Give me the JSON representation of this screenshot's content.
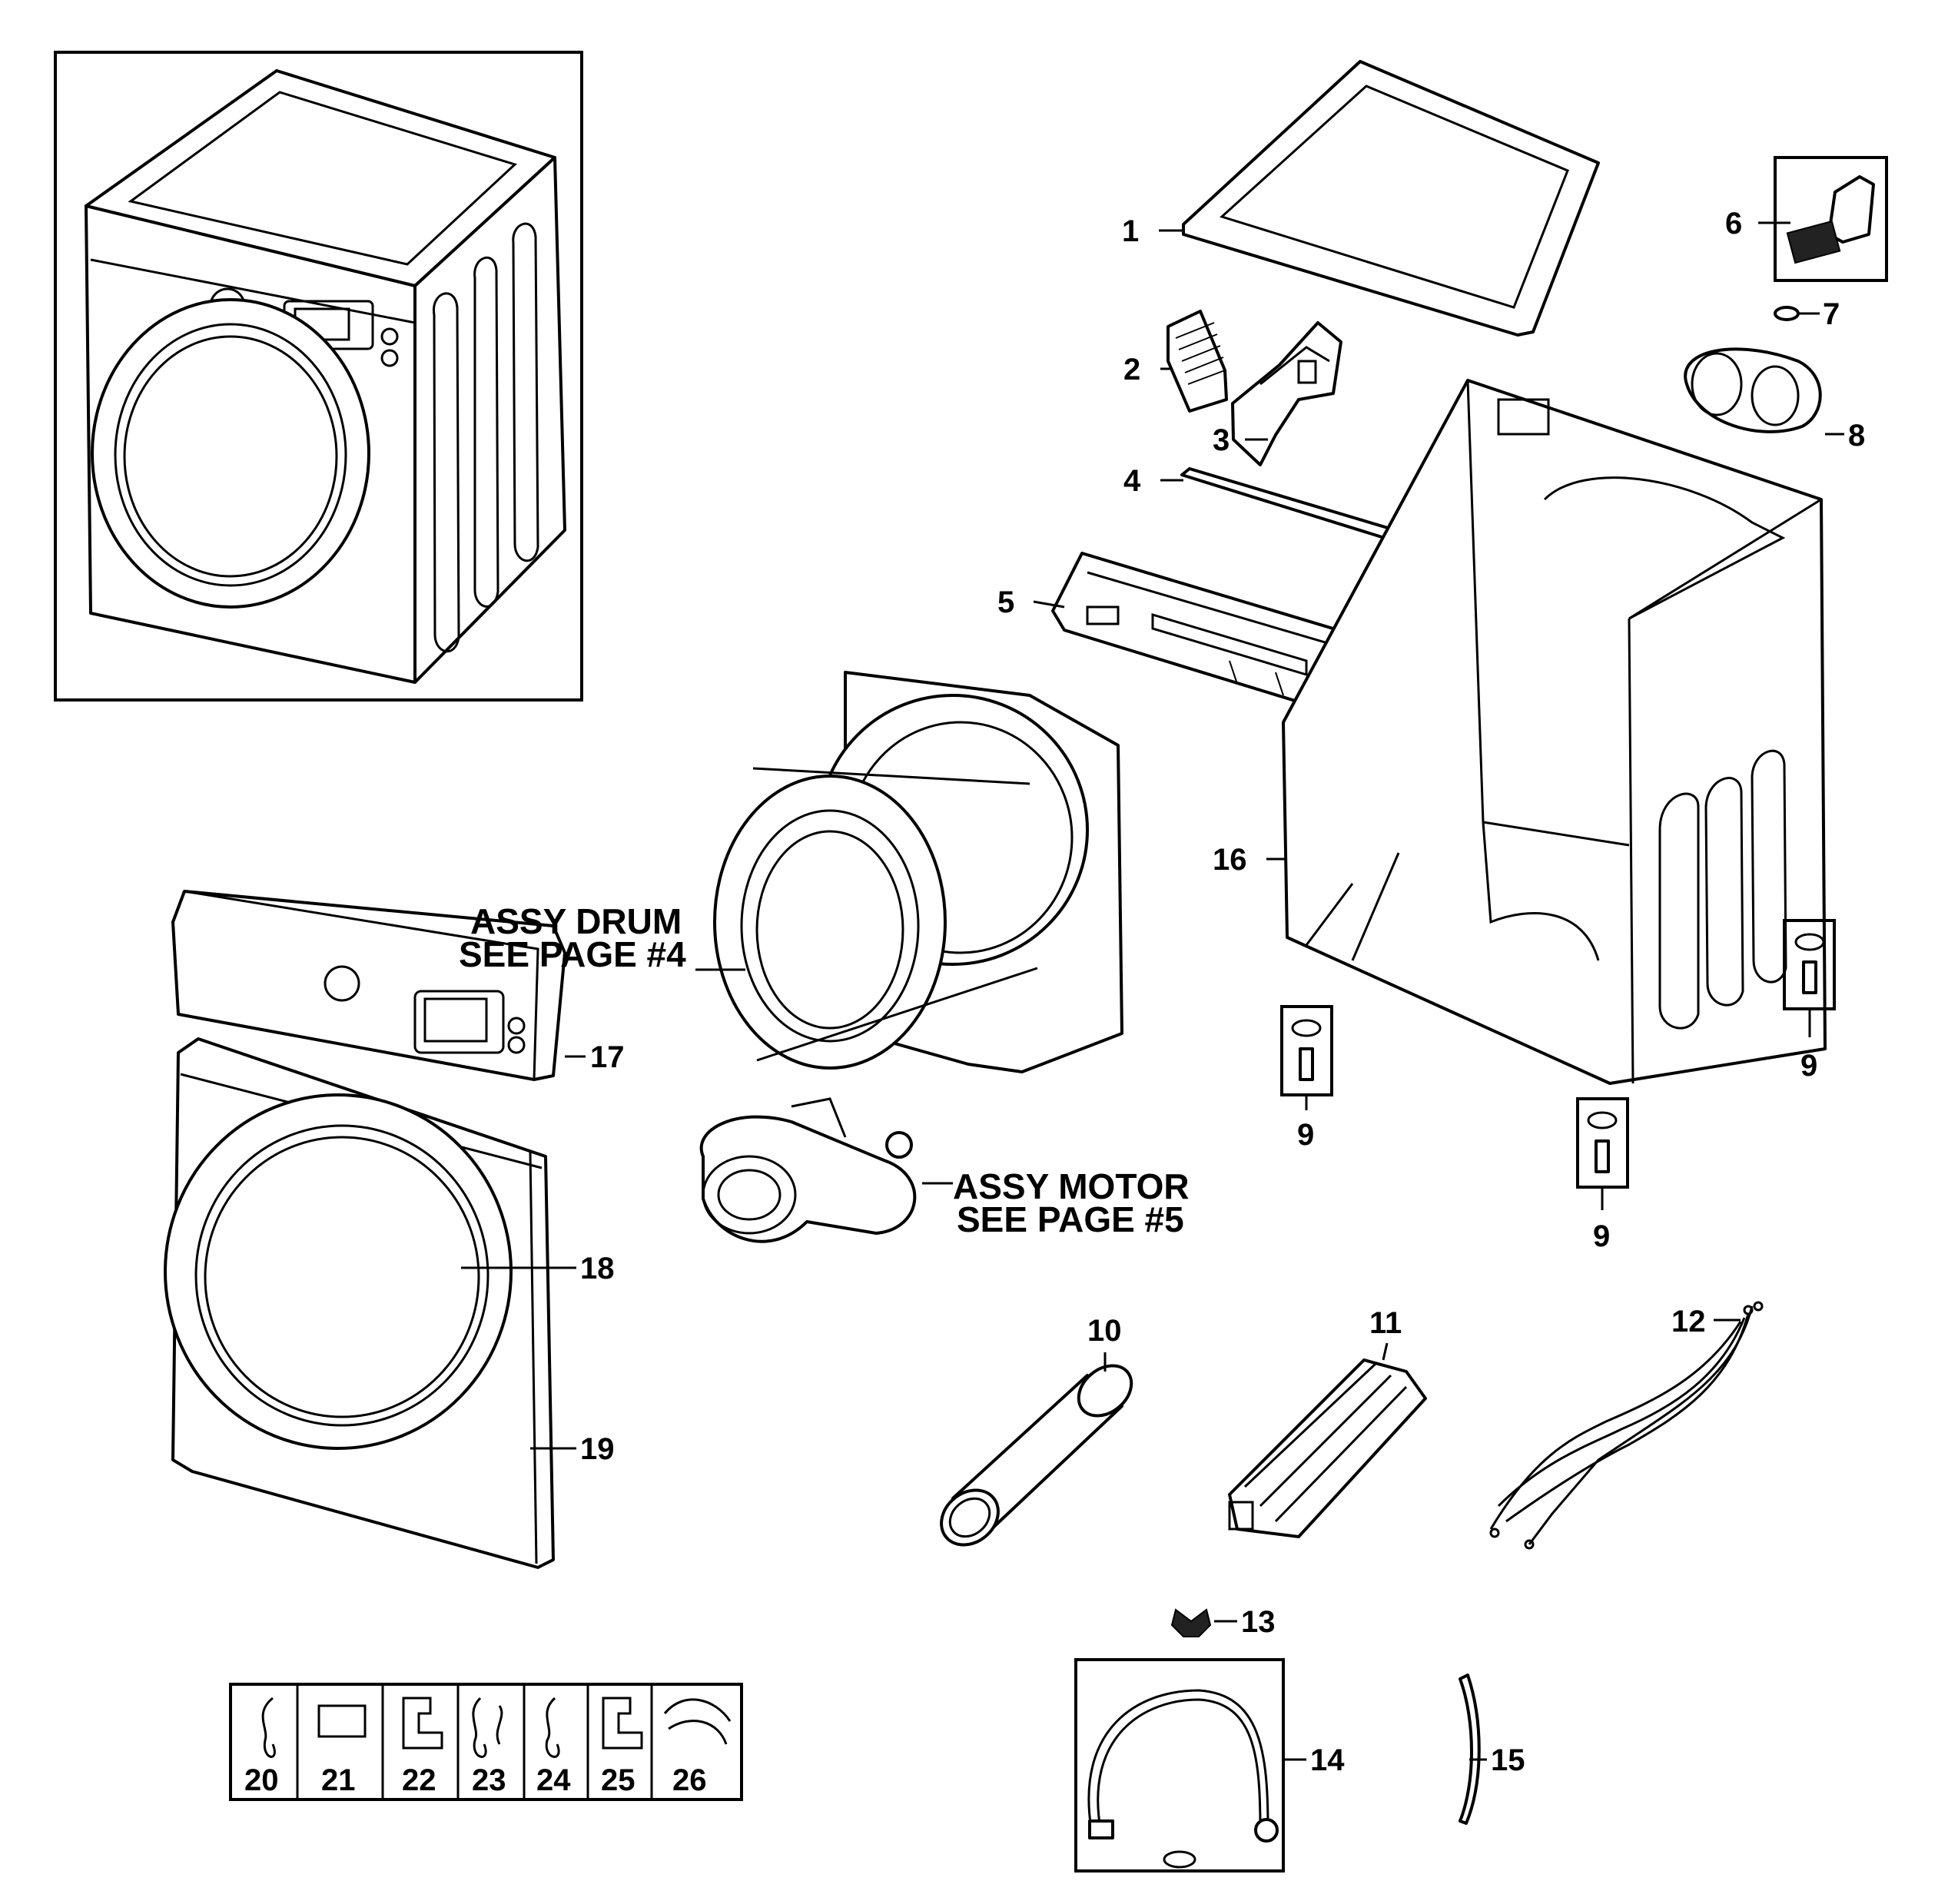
{
  "callouts": {
    "p1": "1",
    "p2": "2",
    "p3": "3",
    "p4": "4",
    "p5": "5",
    "p6": "6",
    "p7": "7",
    "p8": "8",
    "p9a": "9",
    "p9b": "9",
    "p9c": "9",
    "p10": "10",
    "p11": "11",
    "p12": "12",
    "p13": "13",
    "p14": "14",
    "p15": "15",
    "p16": "16",
    "p17": "17",
    "p18": "18",
    "p19": "19",
    "p20": "20",
    "p21": "21",
    "p22": "22",
    "p23": "23",
    "p24": "24",
    "p25": "25",
    "p26": "26"
  },
  "assemblies": {
    "drum_line1": "ASSY DRUM",
    "drum_line2": "SEE PAGE #4",
    "motor_line1": "ASSY MOTOR",
    "motor_line2": "SEE PAGE #5"
  }
}
